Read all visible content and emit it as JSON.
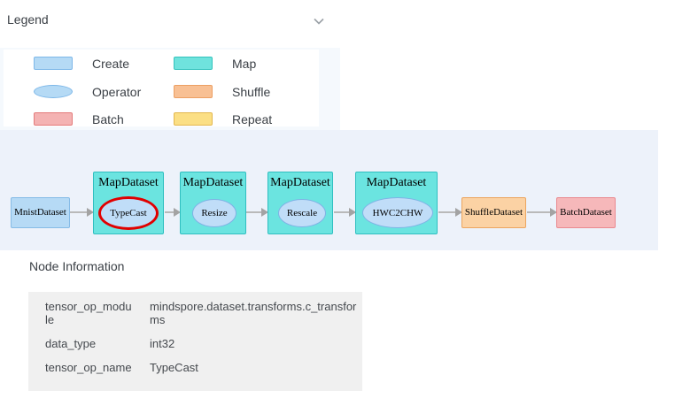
{
  "legend_header": {
    "title": "Legend",
    "chevron_icon": "chevron-down",
    "chevron_color": "#9aa0a6"
  },
  "legend": {
    "items": [
      {
        "label": "Create",
        "shape": "rect",
        "fill": "#b5daf5",
        "border": "#7db7e8"
      },
      {
        "label": "Map",
        "shape": "rect",
        "fill": "#6fe3dd",
        "border": "#34c3bd"
      },
      {
        "label": "Operator",
        "shape": "ellipse",
        "fill": "#b5daf5",
        "border": "#7db7e8"
      },
      {
        "label": "Shuffle",
        "shape": "rect",
        "fill": "#f8c094",
        "border": "#ec9f63"
      },
      {
        "label": "Batch",
        "shape": "rect",
        "fill": "#f4b3b3",
        "border": "#e47b7b"
      },
      {
        "label": "Repeat",
        "shape": "rect",
        "fill": "#fbdf84",
        "border": "#e3b74e"
      }
    ]
  },
  "diagram": {
    "background": "#edf2fa",
    "selected_operator": "TypeCast",
    "selection_color": "#e10000",
    "nodes": [
      {
        "label": "MnistDataset",
        "type": "create"
      },
      {
        "label": "MapDataset",
        "type": "map",
        "operator": "TypeCast",
        "selected": true
      },
      {
        "label": "MapDataset",
        "type": "map",
        "operator": "Resize"
      },
      {
        "label": "MapDataset",
        "type": "map",
        "operator": "Rescale"
      },
      {
        "label": "MapDataset",
        "type": "map",
        "operator": "HWC2CHW"
      },
      {
        "label": "ShuffleDataset",
        "type": "shuffle"
      },
      {
        "label": "BatchDataset",
        "type": "batch"
      }
    ],
    "edges": [
      [
        0,
        1
      ],
      [
        1,
        2
      ],
      [
        2,
        3
      ],
      [
        3,
        4
      ],
      [
        4,
        5
      ],
      [
        5,
        6
      ]
    ]
  },
  "node_info": {
    "title": "Node Information",
    "rows": [
      {
        "key": "tensor_op_module",
        "value": "mindspore.dataset.transforms.c_transforms"
      },
      {
        "key": "data_type",
        "value": "int32"
      },
      {
        "key": "tensor_op_name",
        "value": "TypeCast"
      }
    ]
  }
}
